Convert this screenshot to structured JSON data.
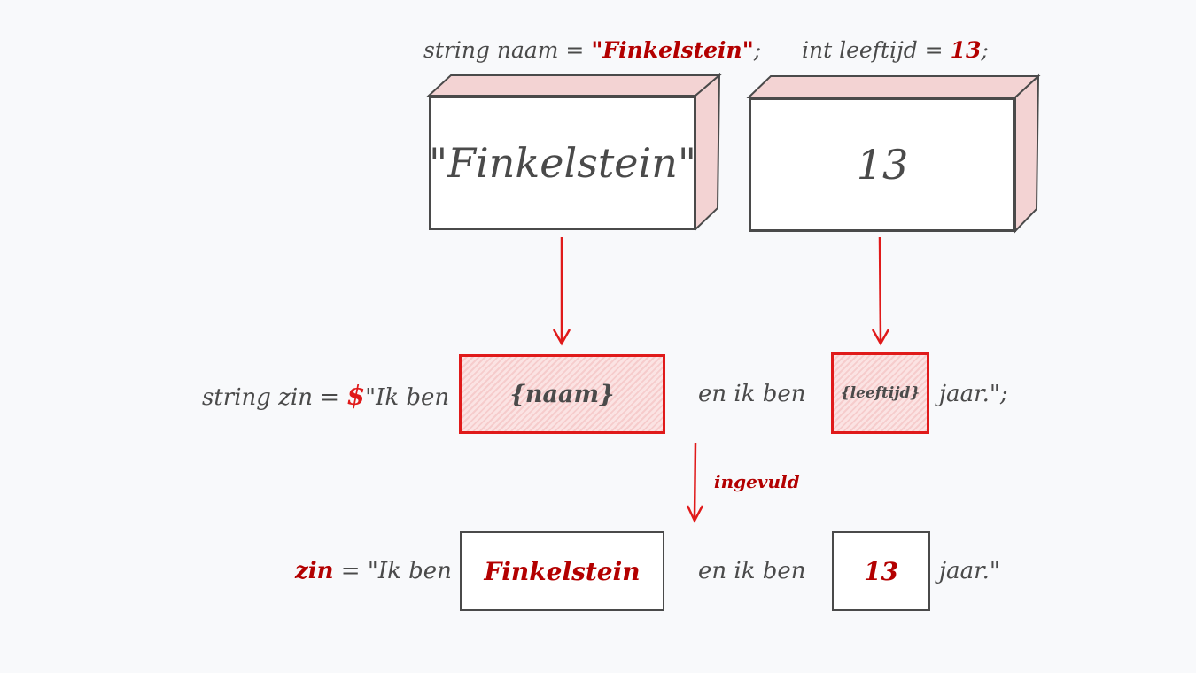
{
  "declarations": {
    "naam": {
      "prefix": "string naam = ",
      "value": "\"Finkelstein\"",
      "suffix": ";"
    },
    "leeftijd": {
      "prefix": "int leeftijd = ",
      "value": "13",
      "suffix": ";"
    }
  },
  "boxes": {
    "naam_value": "\"Finkelstein\"",
    "leeftijd_value": "13"
  },
  "template_line": {
    "prefix": "string zin = ",
    "dollar": "$",
    "text_before": "\"Ik ben",
    "placeholder_naam": "{naam}",
    "text_middle": "en ik ben",
    "placeholder_leeftijd": "{leeftijd}",
    "text_after": "jaar.\";"
  },
  "arrow_label": "ingevuld",
  "result_line": {
    "var": "zin",
    "equals_open": " = \"Ik ben",
    "naam_filled": "Finkelstein",
    "text_middle": "en ik ben",
    "leeftijd_filled": "13",
    "text_after": "jaar.\""
  },
  "colors": {
    "accent_red": "#e01a1a",
    "dark_red": "#b30000",
    "ink": "#4a4a4a",
    "pink_face": "#f3d3d3",
    "background": "#f8f9fb"
  }
}
